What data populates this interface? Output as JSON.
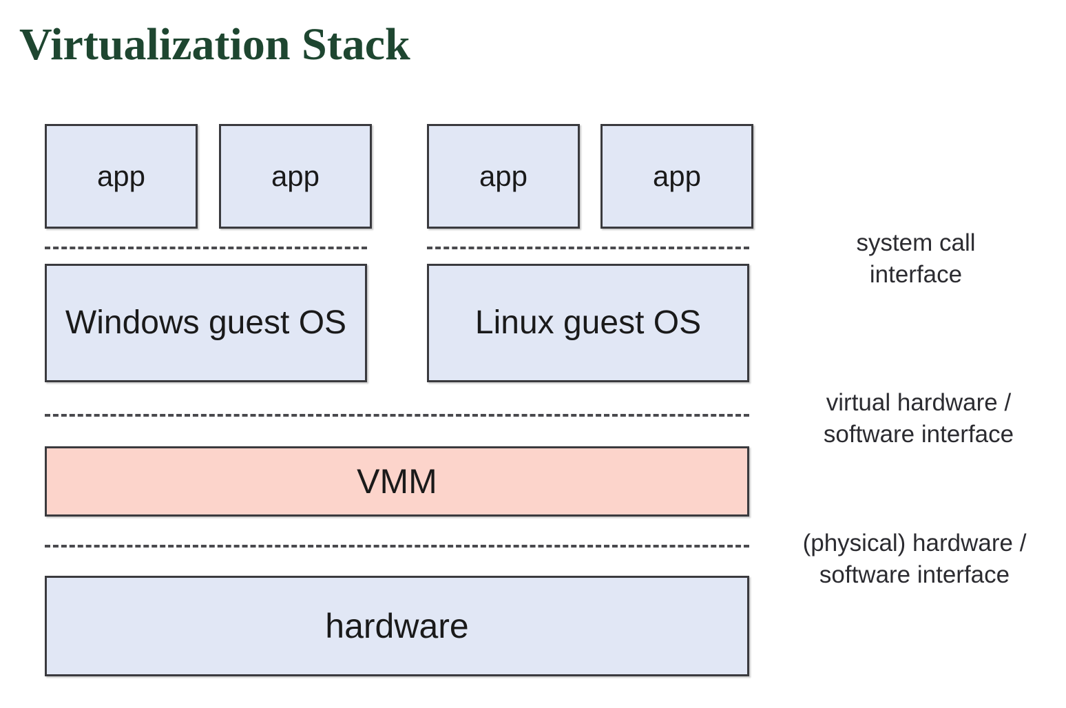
{
  "title": "Virtualization Stack",
  "colors": {
    "title": "#1e4630",
    "box_fill": "#e1e7f5",
    "vmm_fill": "#fcd4cb",
    "border": "#3a3a3e",
    "dash": "#4a4a4e",
    "text": "#1a1a1a",
    "background": "#ffffff"
  },
  "diagram": {
    "apps": [
      {
        "label": "app"
      },
      {
        "label": "app"
      },
      {
        "label": "app"
      },
      {
        "label": "app"
      }
    ],
    "guest_os": [
      {
        "label": "Windows guest OS"
      },
      {
        "label": "Linux guest OS"
      }
    ],
    "vmm": {
      "label": "VMM"
    },
    "hardware": {
      "label": "hardware"
    },
    "separators": [
      {
        "name": "system call interface (left stack)",
        "style": "dashed"
      },
      {
        "name": "system call interface (right stack)",
        "style": "dashed"
      },
      {
        "name": "virtual hardware / software interface",
        "style": "dashed"
      },
      {
        "name": "(physical) hardware / software interface",
        "style": "dashed"
      }
    ],
    "annotations": [
      {
        "text": "system call\ninterface"
      },
      {
        "text": "virtual hardware /\nsoftware interface"
      },
      {
        "text": "(physical) hardware /\nsoftware interface"
      }
    ]
  }
}
